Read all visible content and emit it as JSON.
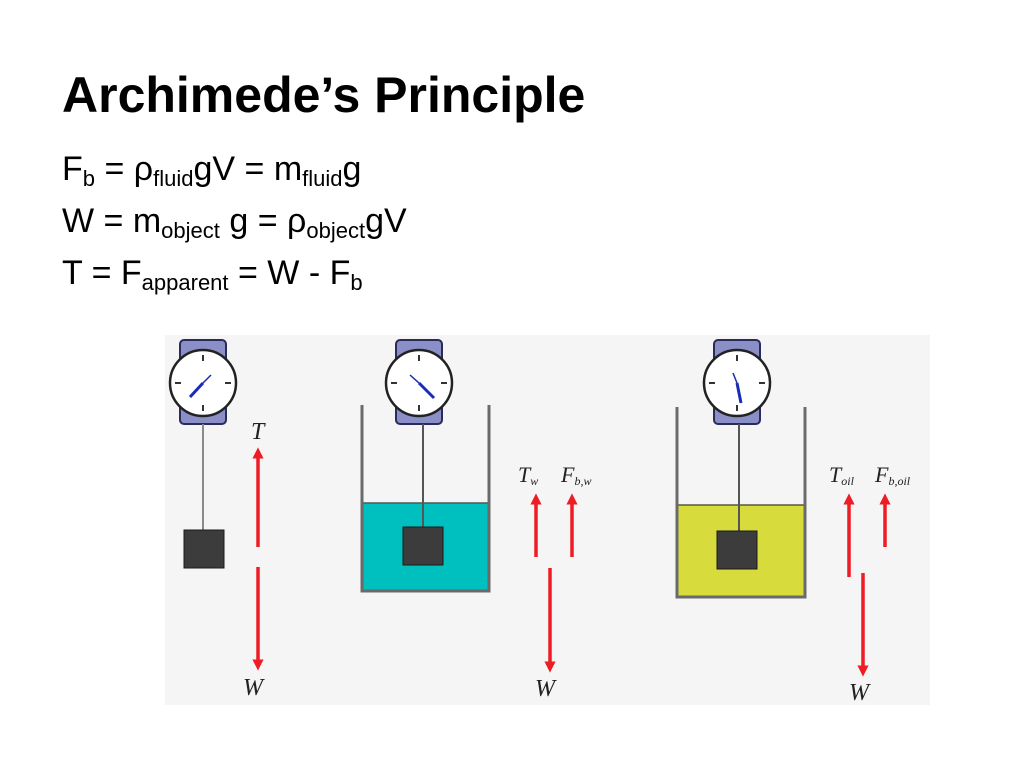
{
  "title": "Archimede’s Principle",
  "equations": {
    "eq1": {
      "p1": "F",
      "s1": "b",
      "p2": " = ρ",
      "s2": "fluid",
      "p3": "gV = m",
      "s3": "fluid",
      "p4": "g"
    },
    "eq2": {
      "p1": "W = m",
      "s1": "object",
      "p2": " g = ρ",
      "s2": "object",
      "p3": "gV"
    },
    "eq3": {
      "p1": "T = F",
      "s1": "apparent",
      "p2": " = W - F",
      "s2": "b"
    }
  },
  "figure": {
    "panel1": {
      "tension_label": "T",
      "weight_label": "W"
    },
    "panel2": {
      "tension_label": "T",
      "tension_sub": "w",
      "buoyant_label": "F",
      "buoyant_sub": "b,w",
      "weight_label": "W"
    },
    "panel3": {
      "tension_label": "T",
      "tension_sub": "oil",
      "buoyant_label": "F",
      "buoyant_sub": "b,oil",
      "weight_label": "W"
    }
  },
  "colors": {
    "arrow": "#ee1c24",
    "water": "#00bfbf",
    "oil": "#d7dc3c",
    "block": "#3c3c3c",
    "scale_body": "#8a8fc8",
    "figure_background": "#f5f5f5"
  }
}
